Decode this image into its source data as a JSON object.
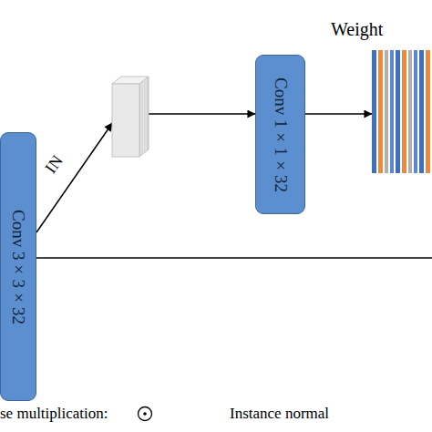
{
  "diagram": {
    "nodes": [
      {
        "text": [
          "Conv 3×3×32"
        ]
      },
      {
        "text": [
          "Conv 1×1×32"
        ]
      },
      {
        "text": [
          "Weight"
        ]
      }
    ],
    "edges": [
      {
        "from": 0,
        "to": 1,
        "label": "IN",
        "arrow": "to"
      },
      {
        "from": 1,
        "to": 2,
        "arrow": "to"
      }
    ],
    "legend": [
      {
        "text": "se multiplication:"
      },
      {
        "text": "Instance normal"
      }
    ]
  }
}
